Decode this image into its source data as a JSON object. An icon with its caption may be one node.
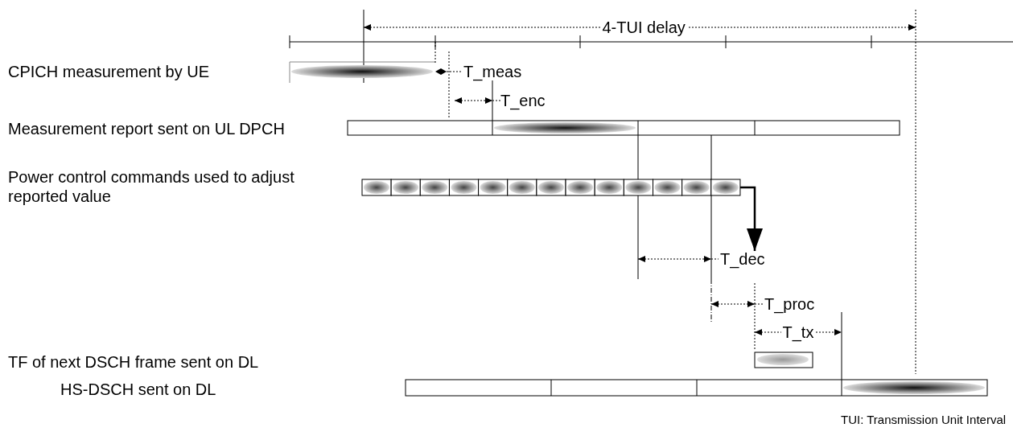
{
  "diagram": {
    "nodes": [
      {
        "text": [],
        "shape": "bar"
      },
      {
        "text": [
          "T_dec"
        ]
      }
    ],
    "edges": [
      {
        "from": 0,
        "to": 1,
        "arrow": "to"
      }
    ],
    "labels": [
      "4-TUI delay",
      "CPICH measurement by UE",
      "T_meas",
      "T_enc",
      "Measurement report sent on UL DPCH",
      "Power control commands used to adjust reported value",
      "T_proc",
      "T_tx",
      "TF of next DSCH frame sent on DL",
      "HS-DSCH sent on DL",
      "TUI: Transmission Unit Interval"
    ]
  }
}
